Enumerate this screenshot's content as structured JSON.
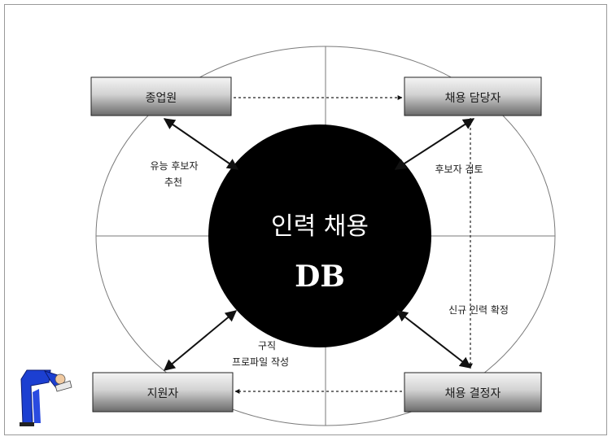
{
  "center": {
    "title": "인력 채용",
    "subtitle": "DB"
  },
  "nodes": {
    "top_left": "종업원",
    "top_right": "채용 담당자",
    "bottom_left": "지원자",
    "bottom_right": "채용 결정자"
  },
  "edges": {
    "recommend_line1": "유능 후보자",
    "recommend_line2": "추천",
    "review": "후보자  검토",
    "new_hire": "신규  인력 확정",
    "profile_line1": "구직",
    "profile_line2": "프로파일 작성"
  },
  "colors": {
    "center_fill": "#000000",
    "box_light": "#f2f2f2",
    "box_dark": "#6e6e6e",
    "figure": "#1c3fd1"
  }
}
